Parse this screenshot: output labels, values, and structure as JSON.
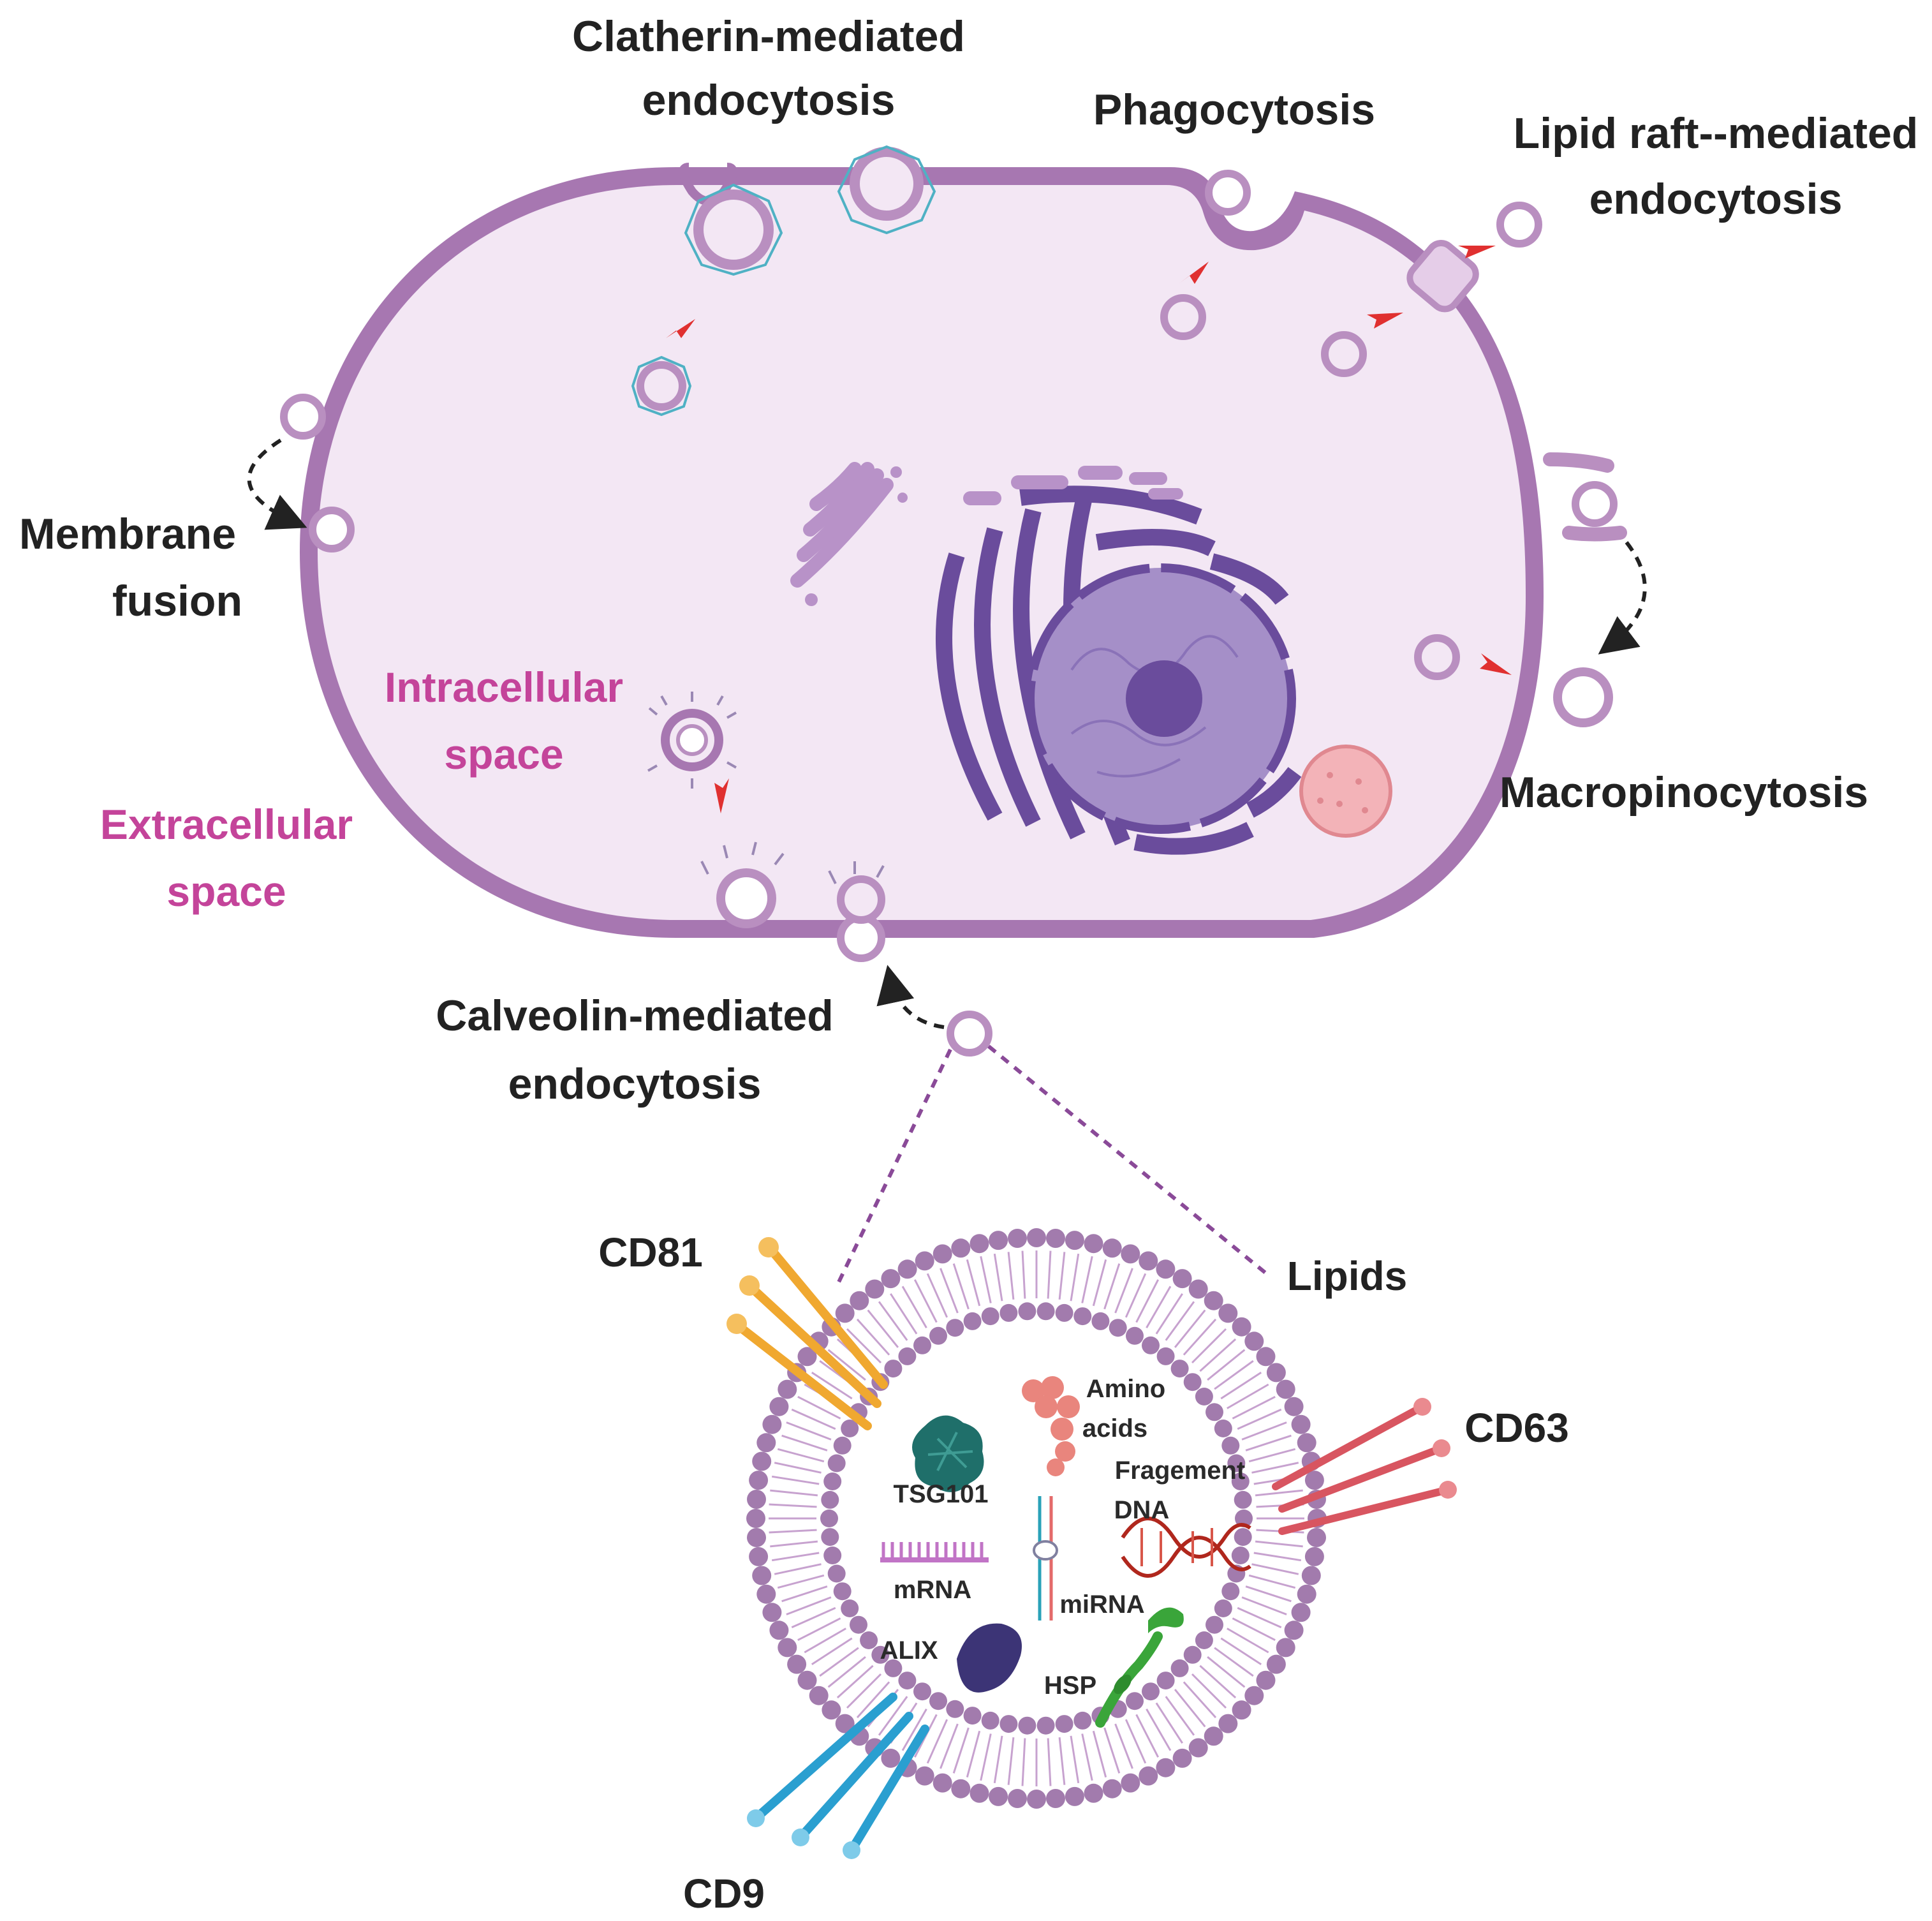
{
  "labels": {
    "clathrin_line1": "Clatherin-mediated",
    "clathrin_line2": "endocytosis",
    "phagocytosis": "Phagocytosis",
    "lipid_raft_line1": "Lipid raft--mediated",
    "lipid_raft_line2": "endocytosis",
    "membrane_fusion_line1": "Membrane",
    "membrane_fusion_line2": "fusion",
    "intracellular_line1": "Intracellular",
    "intracellular_line2": "space",
    "extracellular_line1": "Extracellular",
    "extracellular_line2": "space",
    "macropinocytosis": "Macropinocytosis",
    "caveolin_line1": "Calveolin-mediated",
    "caveolin_line2": "endocytosis"
  },
  "exosome": {
    "cd81": "CD81",
    "lipids": "Lipids",
    "cd63": "CD63",
    "cd9": "CD9",
    "amino_line1": "Amino",
    "amino_line2": "acids",
    "tsg101": "TSG101",
    "fragment_line1": "Fragement",
    "fragment_line2": "DNA",
    "mrna": "mRNA",
    "mirna": "miRNA",
    "alix": "ALIX",
    "hsp": "HSP"
  },
  "colors": {
    "membrane": "#a777b1",
    "cytoplasm": "#f3e7f4",
    "nucleus": "#6a4c9c",
    "red_arrow": "#e03030",
    "pink_text": "#c4449a",
    "cd81": "#f0a830",
    "cd63": "#d85560",
    "cd9": "#2a9fd0",
    "hsp": "#3aa53a",
    "tsg101": "#1f6f6a",
    "alix": "#3c3476"
  }
}
